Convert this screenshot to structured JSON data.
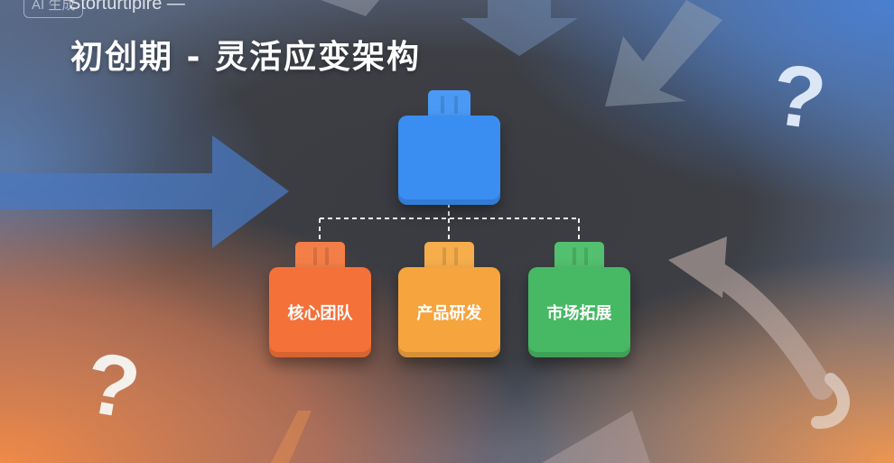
{
  "header": {
    "badge": "AI 生成",
    "brand": "Storturtipire —",
    "title": "初创期 - 灵活应变架构"
  },
  "decor": {
    "question_mark": "?",
    "arrow_icons": [
      "arrow-right-icon",
      "arrow-down-icon",
      "arrow-down-left-icon",
      "arrow-curved-up-icon",
      "arrow-up-right-icon"
    ]
  },
  "org": {
    "top": {
      "label": "",
      "color": "#3a8ef2"
    },
    "children": [
      {
        "label": "核心团队",
        "color": "#f5713a"
      },
      {
        "label": "产品研发",
        "color": "#f6a43e"
      },
      {
        "label": "市场拓展",
        "color": "#47b864"
      }
    ]
  }
}
